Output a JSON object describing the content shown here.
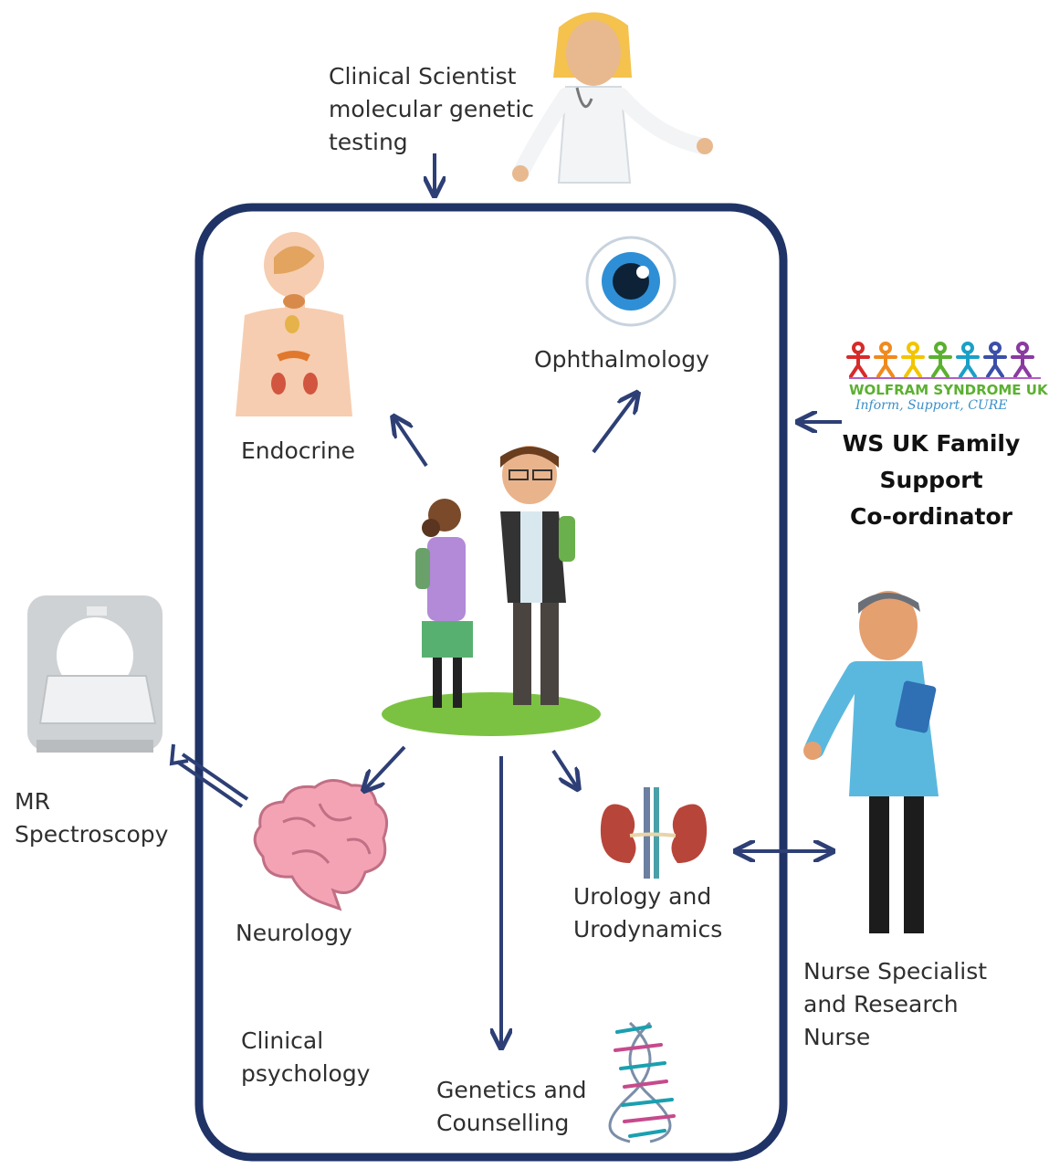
{
  "labels": {
    "clinical_scientist": [
      "Clinical Scientist",
      "molecular genetic",
      "testing"
    ],
    "endocrine": "Endocrine",
    "ophthalmology": "Ophthalmology",
    "ws_uk": [
      "WS UK Family",
      "Support",
      "Co-ordinator"
    ],
    "mr": [
      "MR",
      "Spectroscopy"
    ],
    "neurology": "Neurology",
    "urology": [
      "Urology and",
      "Urodynamics"
    ],
    "nurse": [
      "Nurse Specialist",
      "and Research",
      "Nurse"
    ],
    "clinical_psychology": [
      "Clinical",
      "psychology"
    ],
    "genetics": [
      "Genetics and",
      "Counselling"
    ]
  },
  "logo": {
    "name": "WOLFRAM SYNDROME UK",
    "tagline": "Inform, Support, CURE"
  },
  "colors": {
    "frame": "#1f3366",
    "arrow": "#2d3f75",
    "ground": "#7cc242",
    "brain": "#f4a3b5",
    "eye": "#2e8fd6",
    "kidney": "#b8453a"
  },
  "icons": [
    "clinical-scientist-figure",
    "endocrine-body-icon",
    "eye-icon",
    "family-logo-icon",
    "children-figures",
    "mri-scanner-icon",
    "brain-icon",
    "kidney-icon",
    "nurse-figure",
    "dna-icon"
  ]
}
